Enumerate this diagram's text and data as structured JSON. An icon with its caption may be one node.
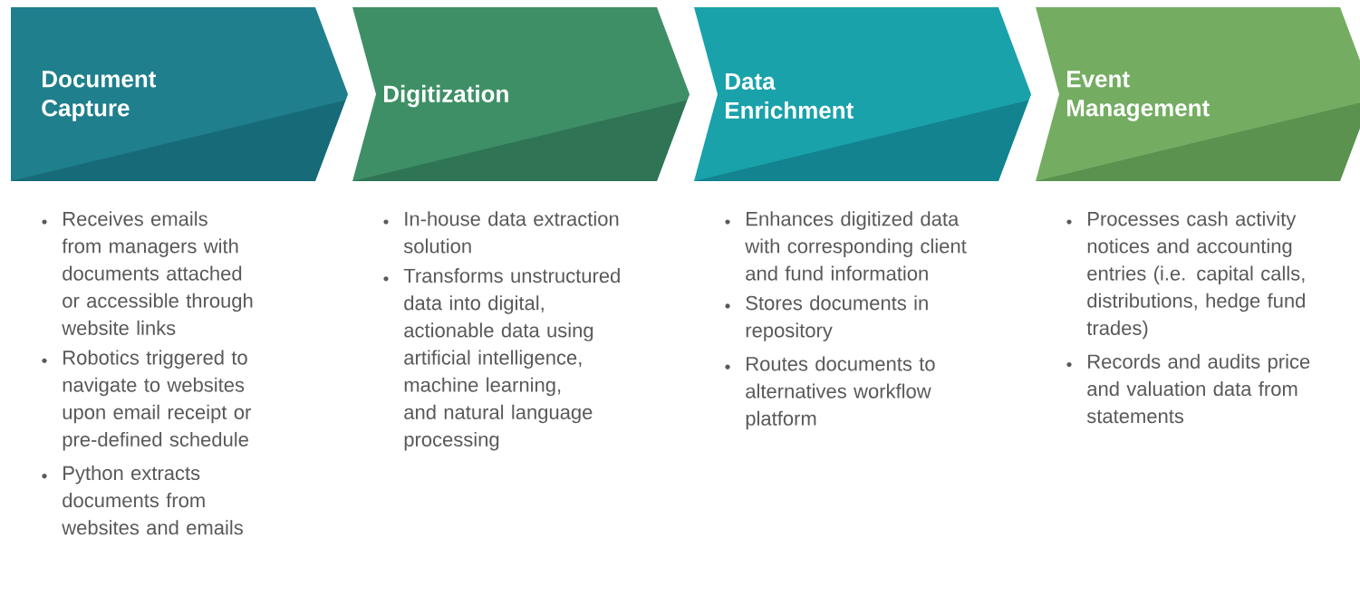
{
  "diagram": {
    "nodes": [
      {
        "text": [
          "Document Capture"
        ],
        "beside": [
          "Receives emails from managers with documents attached or accessible through website links",
          "Robotics triggered to navigate to websites upon email receipt or pre-defined schedule",
          "Python extracts documents from websites and emails"
        ]
      },
      {
        "text": [
          "Digitization"
        ],
        "beside": [
          "In-house data extraction solution",
          "Transforms unstructured data into digital, actionable data using artificial intelligence, machine learning, and natural language processing"
        ]
      },
      {
        "text": [
          "Data Enrichment"
        ],
        "beside": [
          "Enhances digitized data with corresponding client and fund information",
          "Stores documents in repository",
          "Routes documents to alternatives workflow platform"
        ]
      },
      {
        "text": [
          "Event Management"
        ],
        "beside": [
          "Processes cash activity notices and accounting entries (i.e. capital calls, distributions, hedge fund trades)",
          "Records and audits price and valuation data from statements"
        ]
      }
    ]
  }
}
